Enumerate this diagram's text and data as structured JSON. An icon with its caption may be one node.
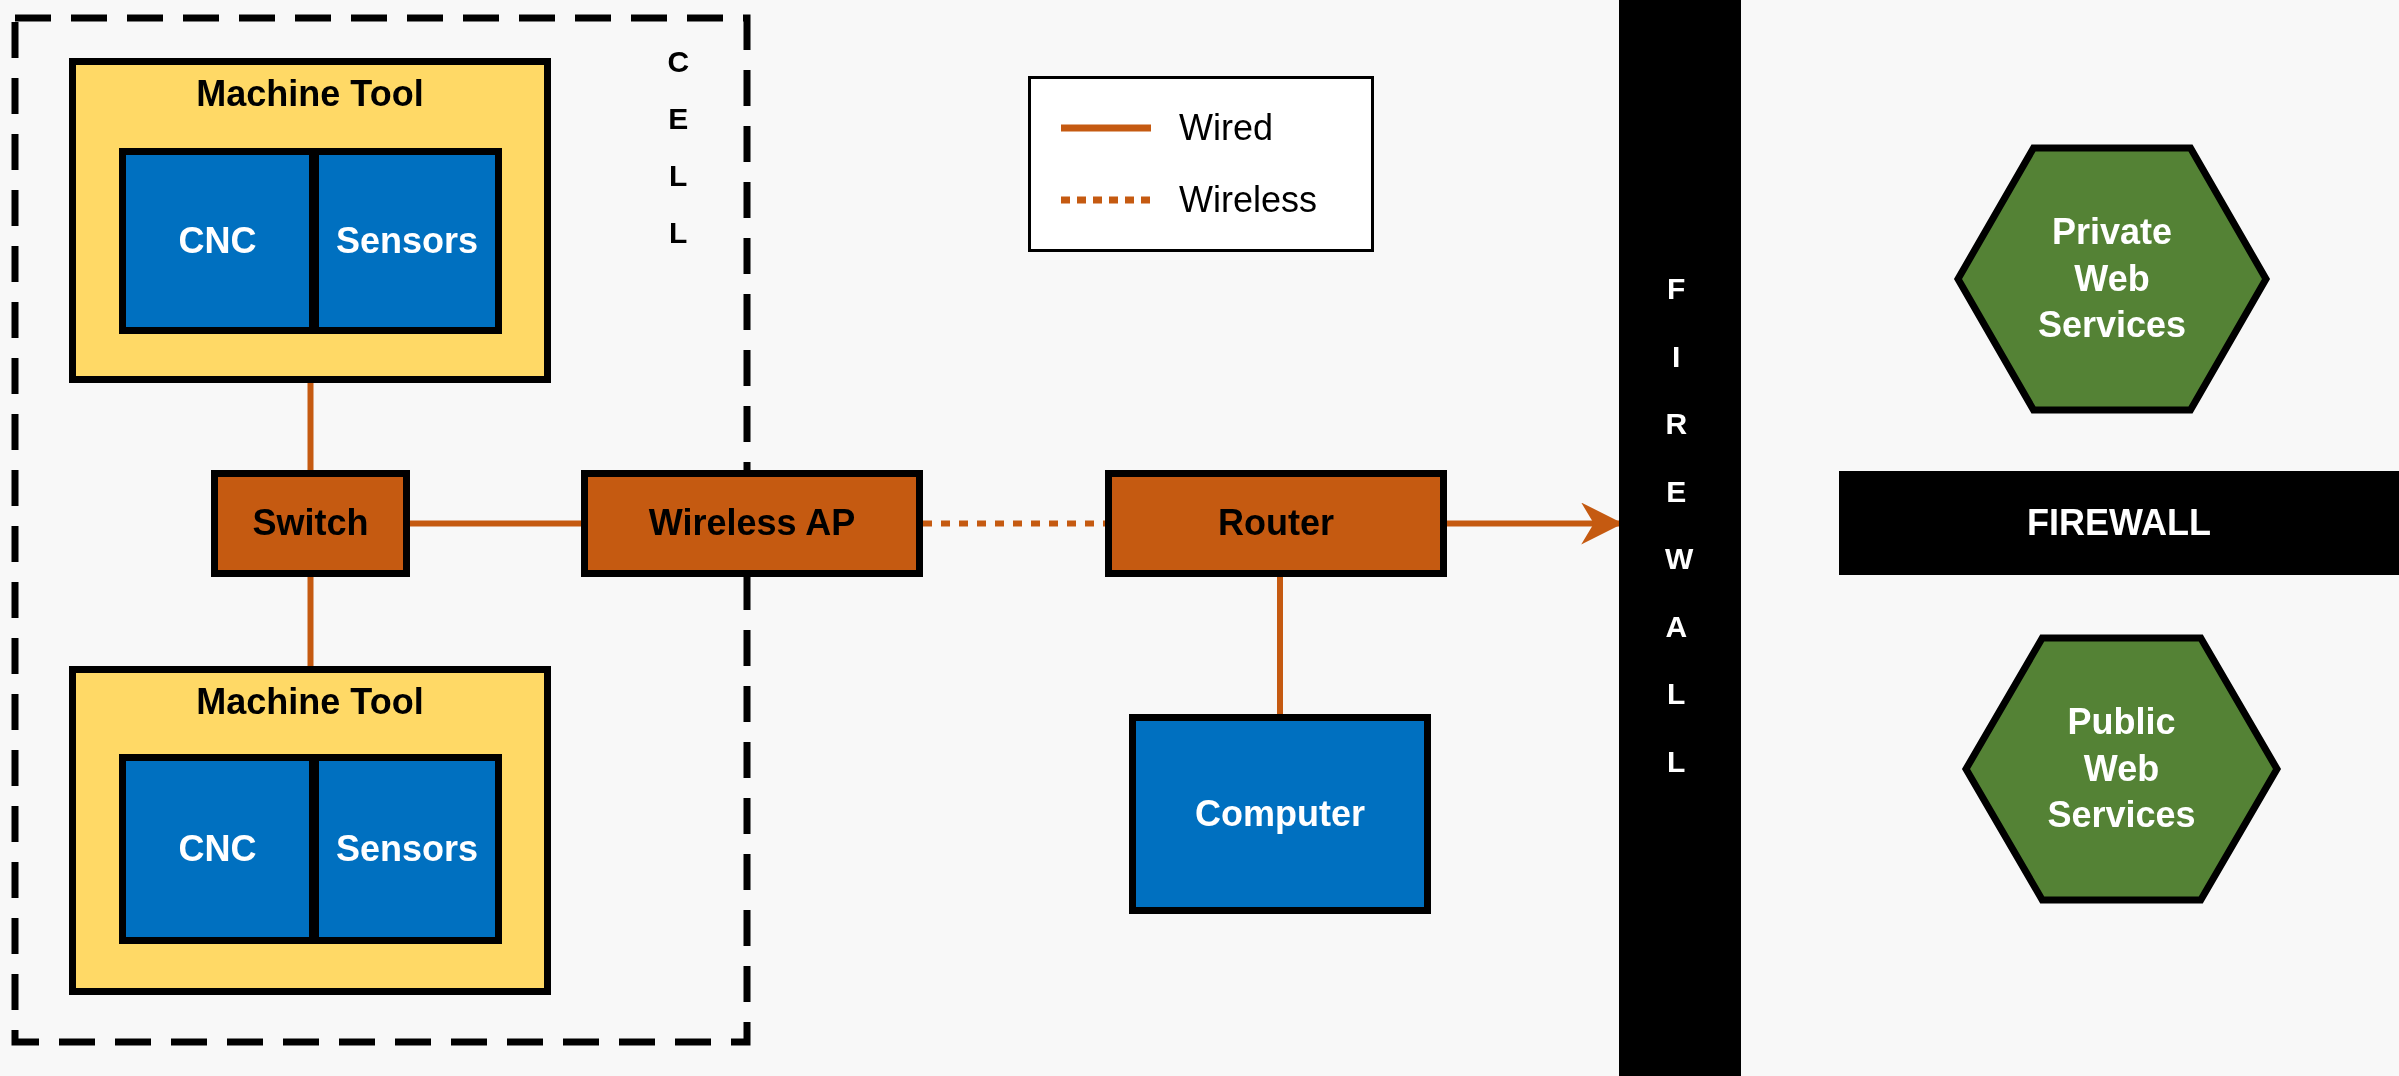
{
  "diagram": {
    "nodes": [
      {
        "text": [
          "CELL"
        ]
      },
      {
        "text": [
          "Machine Tool"
        ],
        "in": 0
      },
      {
        "text": [
          "CNC"
        ],
        "in": 1
      },
      {
        "text": [
          "Sensors"
        ],
        "in": 1
      },
      {
        "text": [
          "Switch"
        ],
        "in": 0
      },
      {
        "text": [
          "Machine Tool"
        ],
        "in": 0
      },
      {
        "text": [
          "CNC"
        ],
        "in": 5
      },
      {
        "text": [
          "Sensors"
        ],
        "in": 5
      },
      {
        "text": [
          "Wireless AP"
        ]
      },
      {
        "text": [
          "Router"
        ]
      },
      {
        "text": [
          "Computer"
        ]
      },
      {
        "text": [
          "FIREWALL"
        ]
      },
      {
        "text": [
          "Private Web Services"
        ]
      },
      {
        "text": [
          "FIREWALL"
        ]
      },
      {
        "text": [
          "Public Web Services"
        ]
      }
    ],
    "edges": [
      {
        "from": 1,
        "to": 4,
        "arrow": "none"
      },
      {
        "from": 4,
        "to": 5,
        "arrow": "none"
      },
      {
        "from": 4,
        "to": 8,
        "arrow": "none"
      },
      {
        "from": 8,
        "to": 9,
        "arrow": "none",
        "style": "dashed"
      },
      {
        "from": 9,
        "to": 10,
        "arrow": "none"
      },
      {
        "from": 9,
        "to": 11,
        "arrow": "to"
      }
    ],
    "legend": [
      {
        "text": "Wired"
      },
      {
        "text": "Wireless"
      }
    ]
  }
}
